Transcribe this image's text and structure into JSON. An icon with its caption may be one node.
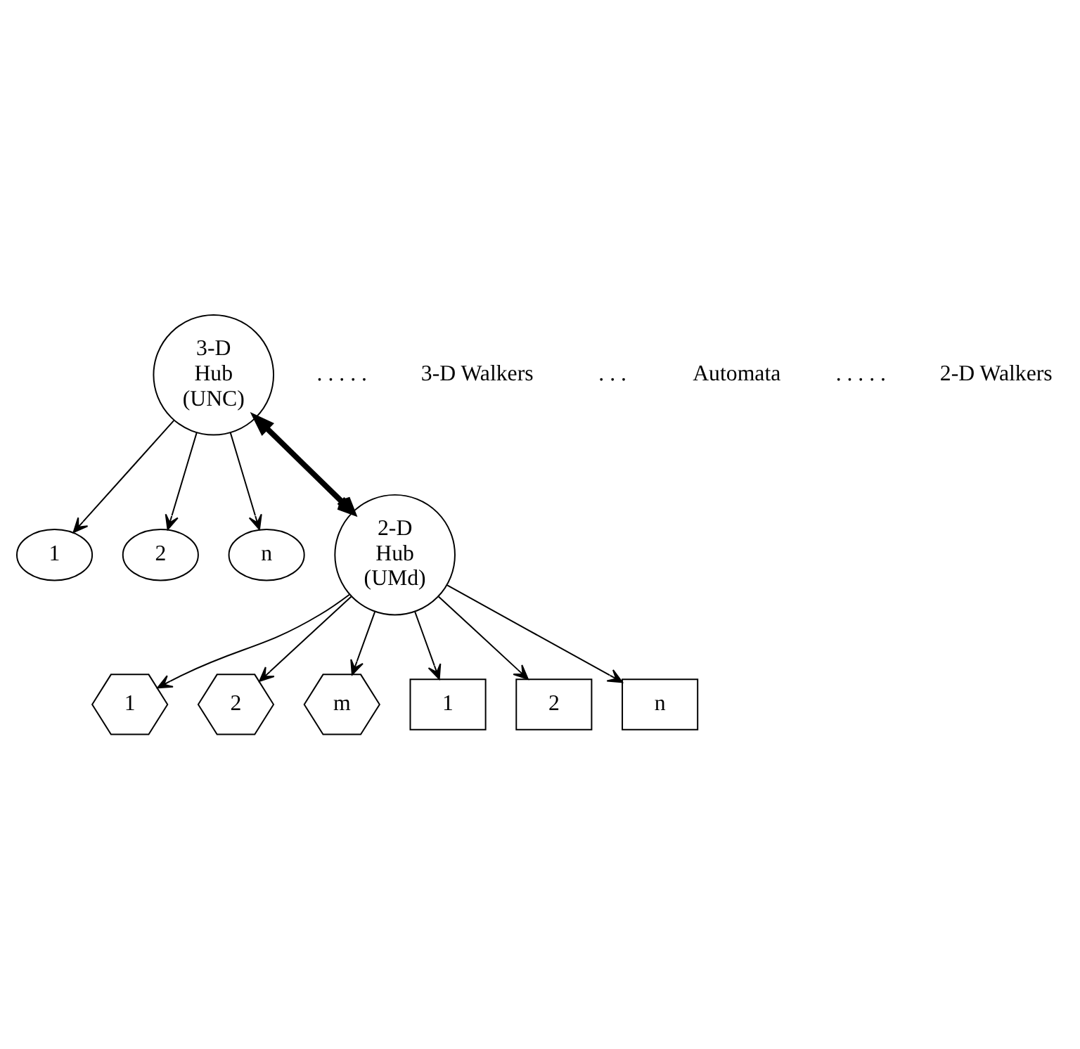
{
  "diagram": {
    "nodes": [
      {
        "text": [
          "1"
        ]
      },
      {
        "text": [
          "2"
        ]
      },
      {
        "text": [
          "n"
        ]
      },
      {
        "text": [
          "3-D Hub (UNC)"
        ]
      },
      {
        "text": [
          "2-D Hub (UMd)"
        ]
      },
      {
        "text": [
          "1"
        ]
      },
      {
        "text": [
          "2"
        ]
      },
      {
        "text": [
          "m"
        ]
      },
      {
        "text": [
          "1"
        ]
      },
      {
        "text": [
          "2"
        ]
      },
      {
        "text": [
          "n"
        ]
      }
    ],
    "edges": [
      {
        "from": 3,
        "to": 0,
        "arrow": "to"
      },
      {
        "from": 3,
        "to": 1,
        "arrow": "to"
      },
      {
        "from": 3,
        "to": 2,
        "arrow": "to"
      },
      {
        "from": 3,
        "to": 4,
        "arrow": "both",
        "style": "thick"
      },
      {
        "from": 4,
        "to": 5,
        "arrow": "to"
      },
      {
        "from": 4,
        "to": 6,
        "arrow": "to"
      },
      {
        "from": 4,
        "to": 7,
        "arrow": "to"
      },
      {
        "from": 4,
        "to": 8,
        "arrow": "to"
      },
      {
        "from": 4,
        "to": 9,
        "arrow": "to"
      },
      {
        "from": 4,
        "to": 10,
        "arrow": "to"
      }
    ],
    "labels": [
      ". . . . .",
      "3-D Walkers",
      ". . .",
      "Automata",
      ". . . . .",
      "2-D Walkers"
    ]
  }
}
